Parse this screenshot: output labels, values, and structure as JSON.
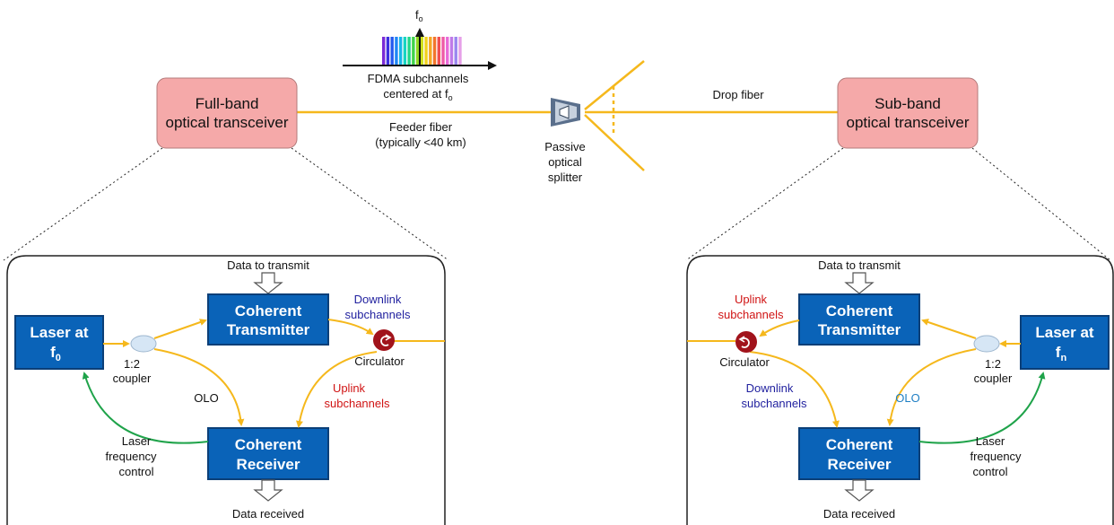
{
  "spectrum": {
    "axis_label": "f",
    "axis_sub": "o",
    "caption_line1": "FDMA subchannels",
    "caption_line2": "centered at f",
    "caption_sub": "o",
    "bar_colors": [
      "#7b2bd6",
      "#3b2fe0",
      "#2459ef",
      "#1e86f5",
      "#17b6e9",
      "#16d4c2",
      "#22d68a",
      "#3fd34a",
      "#8fd622",
      "#cfe01b",
      "#f2d21c",
      "#f5a623",
      "#f2752b",
      "#ef4f4f",
      "#ee5aa6",
      "#e86ad8",
      "#c07ae8",
      "#9a86ef",
      "#e6a0e8"
    ]
  },
  "top": {
    "olt": {
      "line1": "Full-band",
      "line2": "optical transceiver"
    },
    "onu": {
      "line1": "Sub-band",
      "line2": "optical transceiver"
    },
    "feeder_line1": "Feeder fiber",
    "feeder_line2": "(typically <40 km)",
    "splitter_line1": "Passive",
    "splitter_line2": "optical",
    "splitter_line3": "splitter",
    "drop": "Drop fiber"
  },
  "left": {
    "data_in": "Data to transmit",
    "data_out": "Data received",
    "laser_line1": "Laser at",
    "laser_line2": "f",
    "laser_sub": "0",
    "tx_line1": "Coherent",
    "tx_line2": "Transmitter",
    "rx_line1": "Coherent",
    "rx_line2": "Receiver",
    "coupler_line1": "1:2",
    "coupler_line2": "coupler",
    "olo": "OLO",
    "circulator": "Circulator",
    "down_line1": "Downlink",
    "down_line2": "subchannels",
    "up_line1": "Uplink",
    "up_line2": "subchannels",
    "lfc_line1": "Laser",
    "lfc_line2": "frequency",
    "lfc_line3": "control"
  },
  "right": {
    "data_in": "Data to transmit",
    "data_out": "Data received",
    "laser_line1": "Laser at",
    "laser_line2": "f",
    "laser_sub": "n",
    "tx_line1": "Coherent",
    "tx_line2": "Transmitter",
    "rx_line1": "Coherent",
    "rx_line2": "Receiver",
    "coupler_line1": "1:2",
    "coupler_line2": "coupler",
    "olo": "OLO",
    "circulator": "Circulator",
    "down_line1": "Downlink",
    "down_line2": "subchannels",
    "up_line1": "Uplink",
    "up_line2": "subchannels",
    "lfc_line1": "Laser",
    "lfc_line2": "frequency",
    "lfc_line3": "control"
  },
  "colors": {
    "fiber": "#f5b81c",
    "feedback": "#1fa34a",
    "box": "#0a63b8",
    "box_border": "#0b3f78",
    "transceiver": "#f5a9a9",
    "circulator": "#a1131b"
  }
}
